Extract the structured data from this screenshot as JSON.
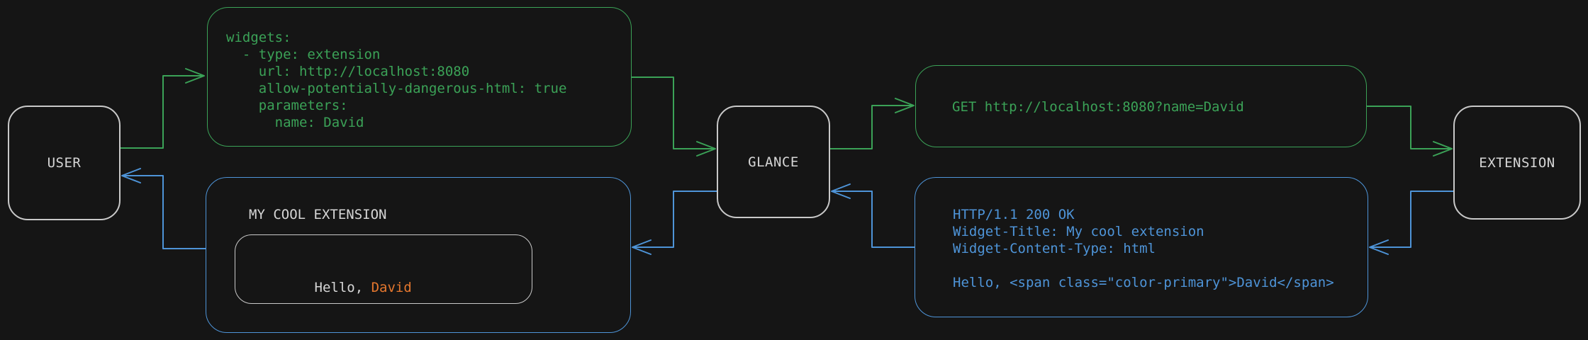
{
  "colors": {
    "background": "#151515",
    "green": "#3ba257",
    "blue": "#4e94d8",
    "orange": "#e5772e",
    "node_border": "#c9c9c9",
    "text": "#d6d6d6"
  },
  "nodes": {
    "user": {
      "label": "USER"
    },
    "glance": {
      "label": "GLANCE"
    },
    "extension": {
      "label": "EXTENSION"
    }
  },
  "config_box": {
    "lines": [
      "widgets:",
      "  - type: extension",
      "    url: http://localhost:8080",
      "    allow-potentially-dangerous-html: true",
      "    parameters:",
      "      name: David"
    ]
  },
  "request_box": {
    "text": "GET http://localhost:8080?name=David"
  },
  "response_box": {
    "lines": [
      "HTTP/1.1 200 OK",
      "Widget-Title: My cool extension",
      "Widget-Content-Type: html",
      "",
      "Hello, <span class=\"color-primary\">David</span>"
    ]
  },
  "preview_box": {
    "title": "MY COOL EXTENSION",
    "greeting_prefix": "Hello, ",
    "greeting_name": "David"
  }
}
